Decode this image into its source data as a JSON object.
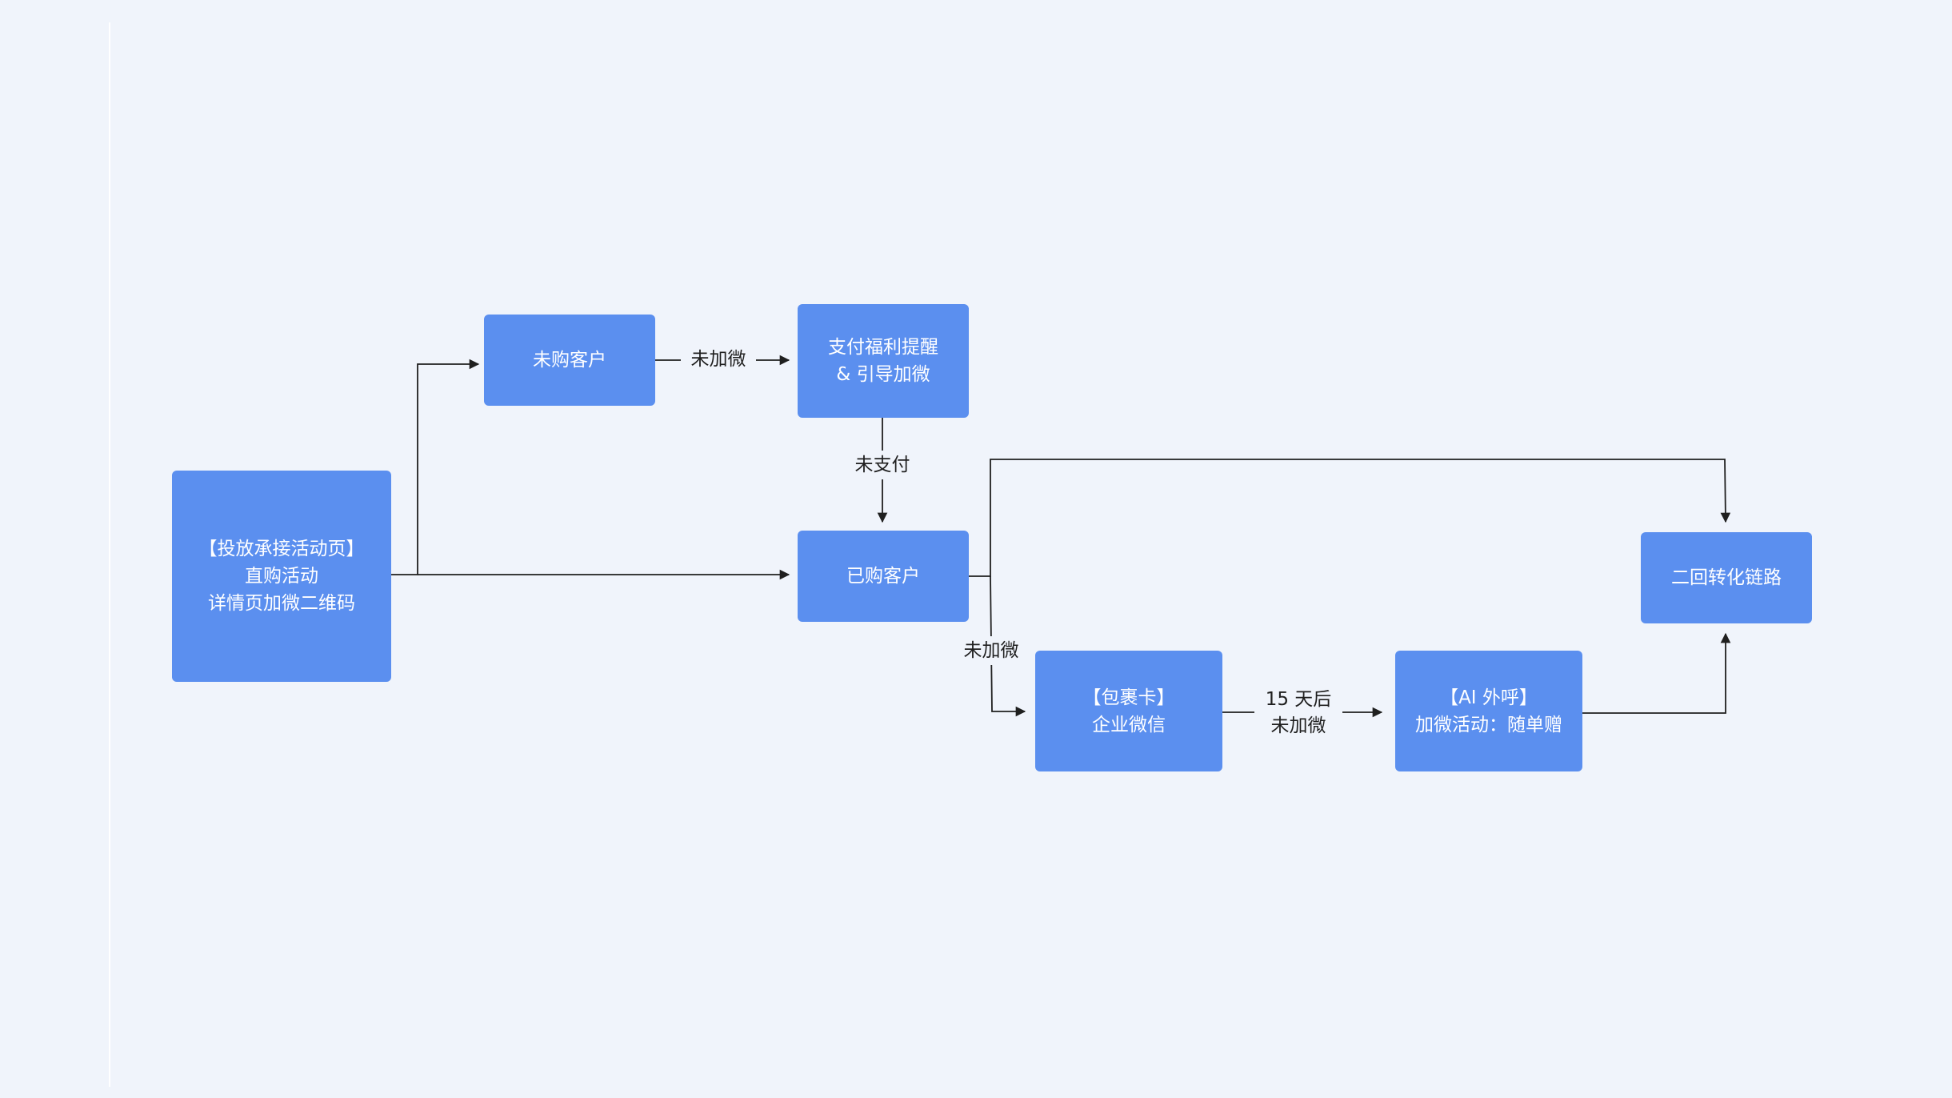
{
  "diagram": {
    "nodes": {
      "landing": [
        "【投放承接活动页】",
        "直购活动",
        "详情页加微二维码"
      ],
      "not_purchased": [
        "未购客户"
      ],
      "payment_reminder": [
        "支付福利提醒",
        "& 引导加微"
      ],
      "purchased": [
        "已购客户"
      ],
      "parcel_card": [
        "【包裹卡】",
        "企业微信"
      ],
      "ai_call": [
        "【AI 外呼】",
        "加微活动：随单赠"
      ],
      "second_conversion": [
        "二回转化链路"
      ]
    },
    "edge_labels": {
      "not_added_wechat_1": [
        "未加微"
      ],
      "not_paid": [
        "未支付"
      ],
      "not_added_wechat_2": [
        "未加微"
      ],
      "after_15_days": [
        "15 天后",
        "未加微"
      ]
    },
    "colors": {
      "node_fill": "#5b8fef",
      "node_text": "#ffffff",
      "edge": "#1f1f1f",
      "background": "#f0f4fb"
    }
  }
}
